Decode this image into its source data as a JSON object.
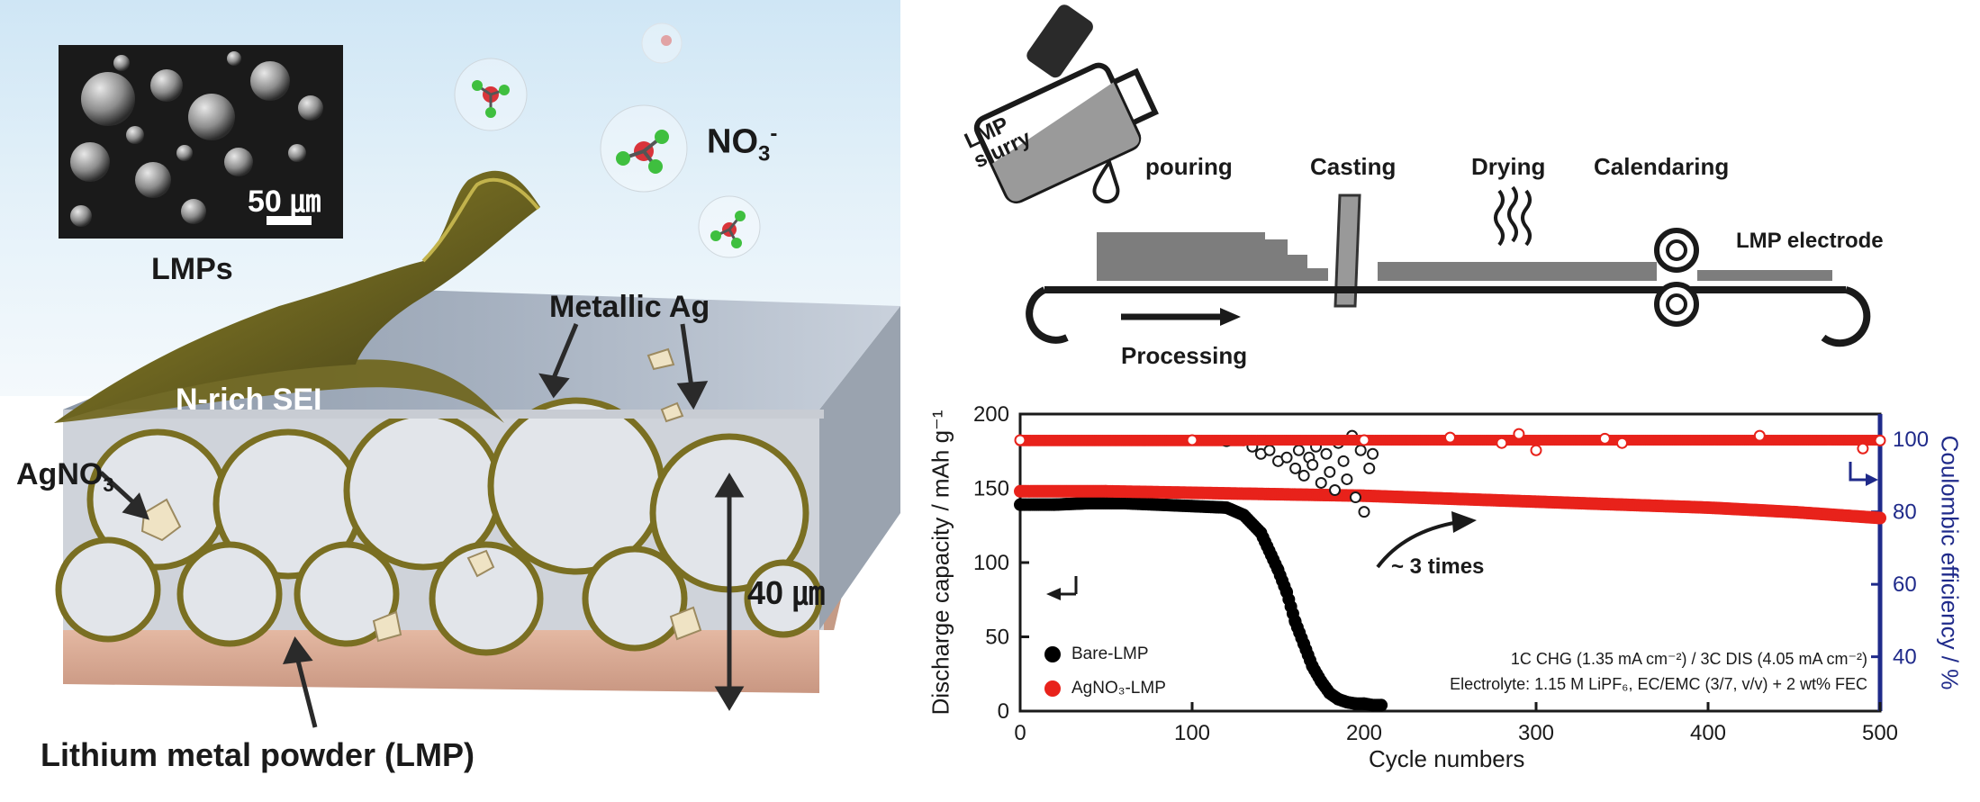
{
  "left_illustration": {
    "sem_label": "LMPs",
    "sem_scale": "50 ㎛",
    "nitrate_label": "NO",
    "nitrate_sub": "3",
    "nitrate_sup": "-",
    "metallic_ag": "Metallic Ag",
    "sei_label": "N-rich SEI",
    "agno3_main": "AgNO",
    "agno3_sub": "3",
    "thickness": "40 ㎛",
    "lmp_label": "Lithium metal powder (LMP)"
  },
  "process": {
    "slurry_line1": "LMP",
    "slurry_line2": "slurry",
    "pouring": "pouring",
    "casting": "Casting",
    "drying": "Drying",
    "calendaring": "Calendaring",
    "electrode": "LMP electrode",
    "processing": "Processing"
  },
  "chart_data": {
    "type": "scatter",
    "xlabel": "Cycle numbers",
    "ylabel": "Discharge capacity / mAh g⁻¹",
    "y2label": "Coulombic efficiency / %",
    "xlim": [
      0,
      500
    ],
    "ylim": [
      0,
      200
    ],
    "y2lim": [
      25,
      107
    ],
    "xticks": [
      "0",
      "100",
      "200",
      "300",
      "400",
      "500"
    ],
    "yticks": [
      "0",
      "50",
      "100",
      "150",
      "200"
    ],
    "y2ticks": [
      "40",
      "60",
      "80",
      "100"
    ],
    "annotation_times": "~ 3 times",
    "condition_line1": "1C CHG (1.35 mA cm⁻²) / 3C DIS (4.05 mA cm⁻²)",
    "condition_line2": "Electrolyte: 1.15 M LiPF₆, EC/EMC (3/7, v/v) + 2 wt% FEC",
    "colors": {
      "bare": "#000000",
      "agno3": "#e8221b",
      "right_axis": "#1f2a8a"
    },
    "series": [
      {
        "name": "Bare-LMP",
        "kind": "capacity",
        "x": [
          0,
          20,
          40,
          60,
          80,
          100,
          120,
          130,
          140,
          150,
          155,
          160,
          165,
          170,
          175,
          180,
          185,
          190,
          195,
          200,
          205,
          210
        ],
        "y": [
          139,
          139,
          140,
          140,
          139,
          138,
          137,
          132,
          120,
          95,
          80,
          60,
          45,
          30,
          20,
          12,
          8,
          6,
          5,
          5,
          4,
          4
        ]
      },
      {
        "name": "AgNO₃-LMP",
        "kind": "capacity",
        "x": [
          0,
          50,
          100,
          150,
          200,
          250,
          300,
          350,
          400,
          450,
          500
        ],
        "y": [
          148,
          148,
          147,
          146,
          145,
          143,
          141,
          139,
          137,
          134,
          130
        ]
      },
      {
        "name": "Bare-LMP CE",
        "kind": "efficiency",
        "x": [
          120,
          135,
          140,
          145,
          150,
          155,
          160,
          162,
          165,
          168,
          170,
          172,
          175,
          178,
          180,
          183,
          185,
          188,
          190,
          193,
          195,
          198,
          200,
          203,
          205
        ],
        "y": [
          99.5,
          98,
          96,
          97,
          94,
          95,
          92,
          97,
          90,
          95,
          93,
          98,
          88,
          96,
          91,
          86,
          99,
          94,
          89,
          101,
          84,
          97,
          80,
          92,
          96
        ]
      },
      {
        "name": "AgNO₃-LMP CE",
        "kind": "efficiency",
        "x": [
          0,
          100,
          200,
          250,
          280,
          290,
          300,
          340,
          350,
          430,
          490,
          500
        ],
        "y": [
          99.8,
          99.8,
          99.8,
          100.5,
          99,
          101.5,
          97,
          100.2,
          99,
          101,
          97.5,
          99.7
        ]
      }
    ]
  }
}
